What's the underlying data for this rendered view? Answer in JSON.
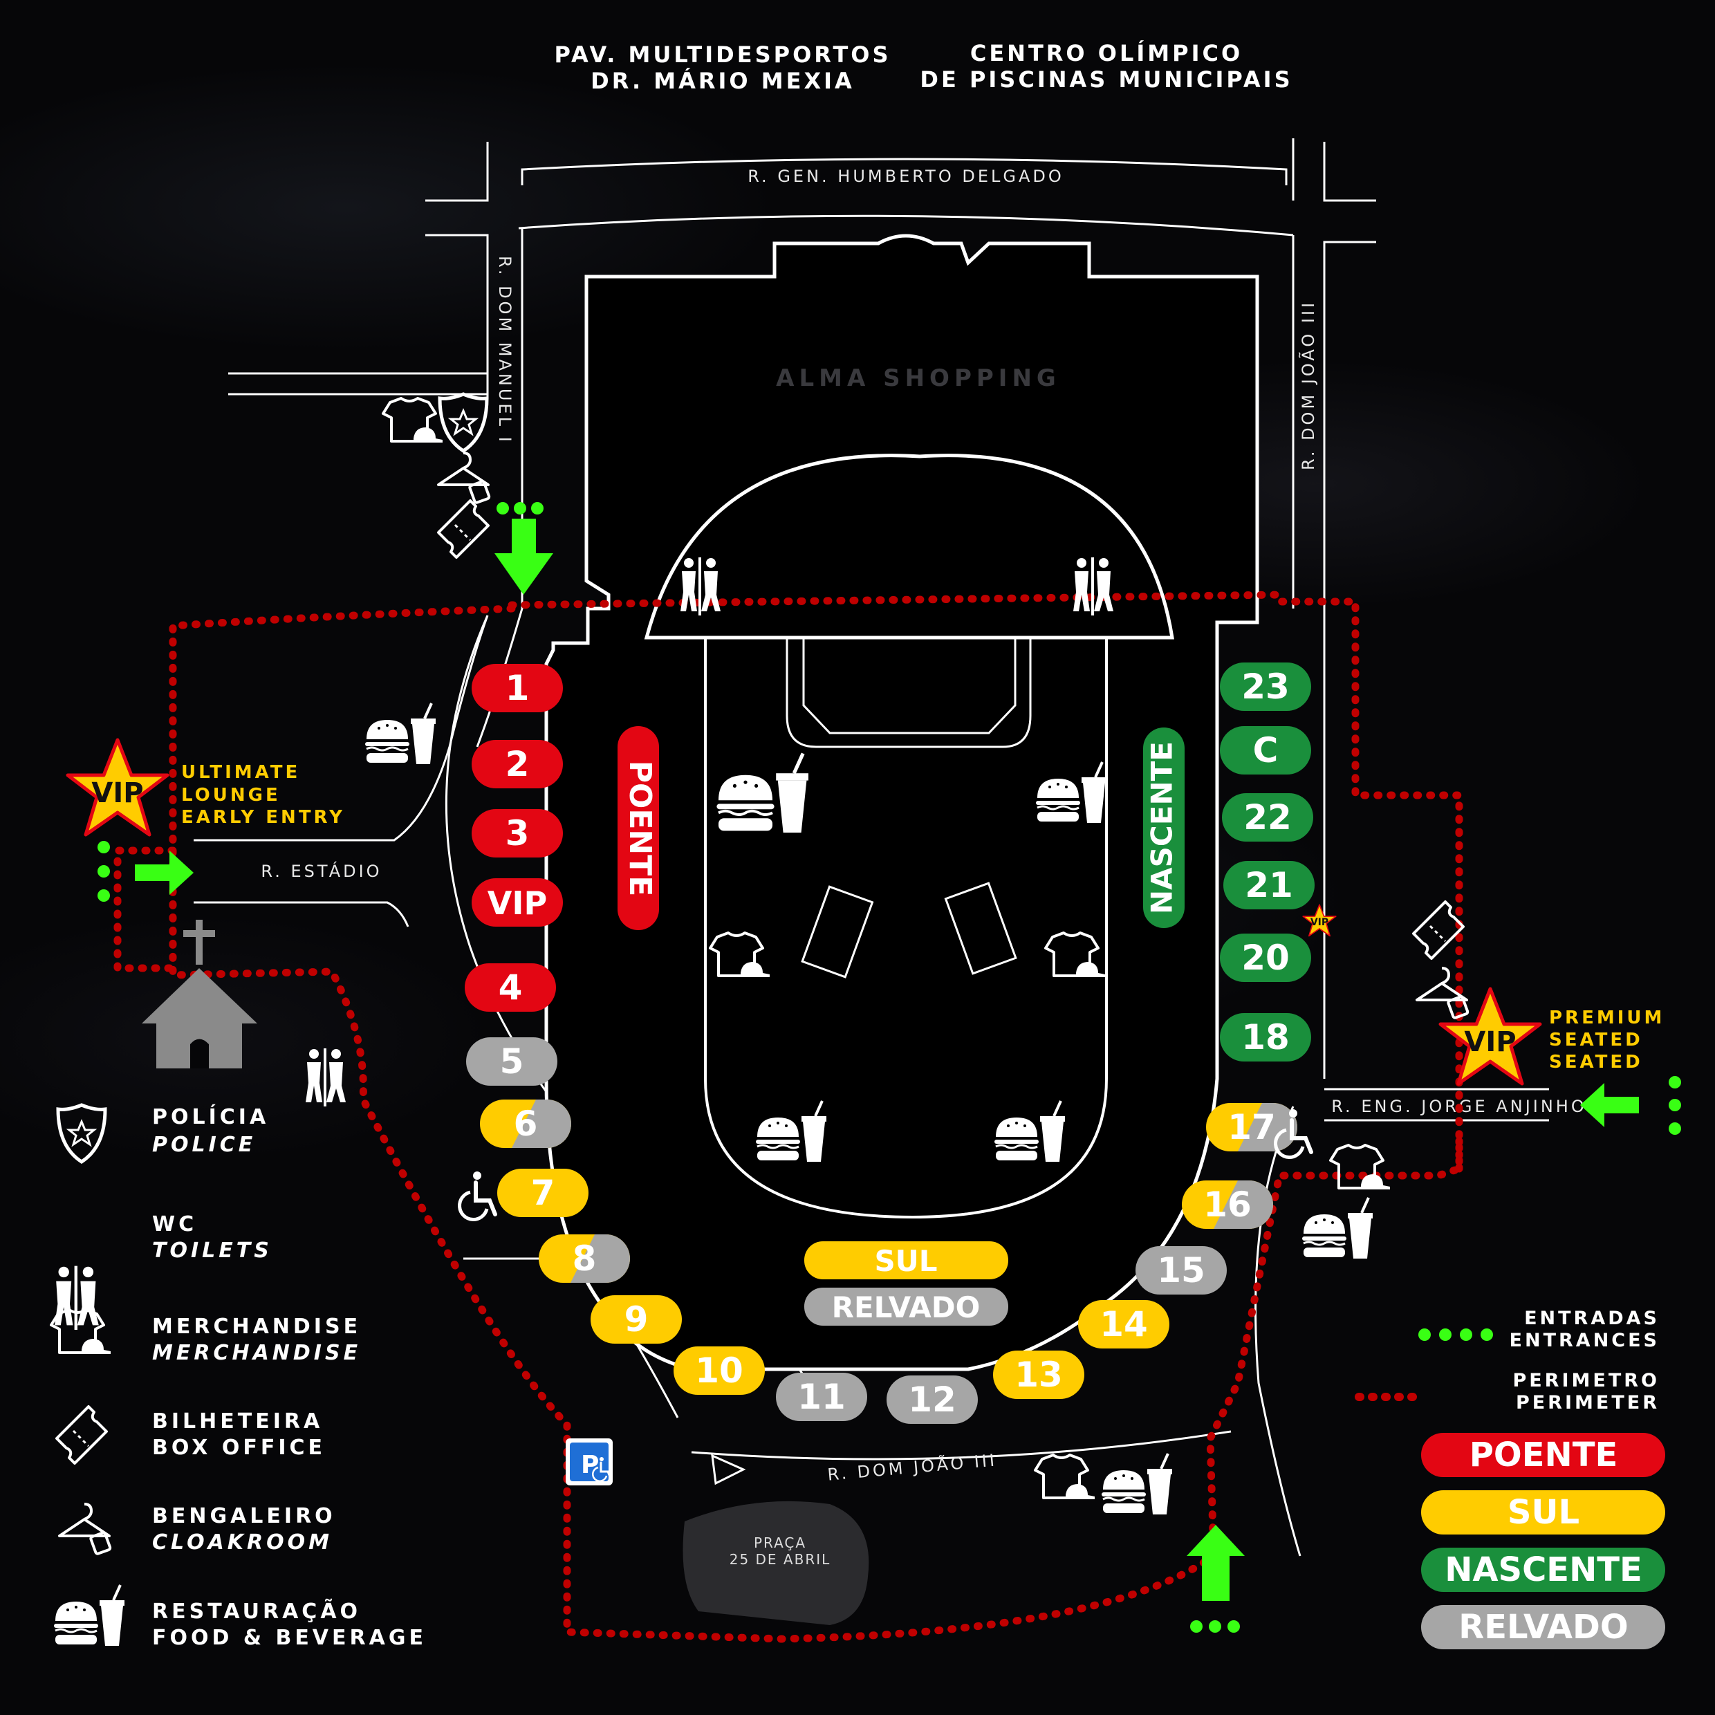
{
  "header": {
    "left_line1": "PAV. MULTIDESPORTOS",
    "left_line2": "DR. MÁRIO MEXIA",
    "right_line1": "CENTRO OLÍMPICO",
    "right_line2": "DE PISCINAS MUNICIPAIS"
  },
  "streets": {
    "top": "R. GEN. HUMBERTO DELGADO",
    "left": "R. DOM MANUEL I",
    "right": "R. DOM JOÃO III",
    "estadio": "R. ESTÁDIO",
    "bottom": "R. DOM JOÃO III",
    "eng": "R. ENG. JORGE ANJINHO"
  },
  "places": {
    "mall": "ALMA SHOPPING",
    "praca_line1": "PRAÇA",
    "praca_line2": "25 DE ABRIL"
  },
  "stands": {
    "poente": "POENTE",
    "nascente": "NASCENTE",
    "sul": "SUL",
    "relvado": "RELVADO"
  },
  "gates": [
    {
      "label": "1",
      "color": "red"
    },
    {
      "label": "2",
      "color": "red"
    },
    {
      "label": "3",
      "color": "red"
    },
    {
      "label": "VIP",
      "color": "red"
    },
    {
      "label": "4",
      "color": "red"
    },
    {
      "label": "5",
      "color": "gray"
    },
    {
      "label": "6",
      "color": "yellow-gray"
    },
    {
      "label": "7",
      "color": "yellow"
    },
    {
      "label": "8",
      "color": "yellow-gray"
    },
    {
      "label": "9",
      "color": "yellow"
    },
    {
      "label": "10",
      "color": "yellow"
    },
    {
      "label": "11",
      "color": "gray"
    },
    {
      "label": "12",
      "color": "gray"
    },
    {
      "label": "13",
      "color": "yellow"
    },
    {
      "label": "14",
      "color": "yellow"
    },
    {
      "label": "15",
      "color": "gray"
    },
    {
      "label": "16",
      "color": "yellow-gray"
    },
    {
      "label": "17",
      "color": "yellow-gray"
    },
    {
      "label": "18",
      "color": "green"
    },
    {
      "label": "20",
      "color": "green"
    },
    {
      "label": "21",
      "color": "green"
    },
    {
      "label": "22",
      "color": "green"
    },
    {
      "label": "C",
      "color": "green"
    },
    {
      "label": "23",
      "color": "green"
    }
  ],
  "vip": {
    "badge": "VIP",
    "left_line1": "ULTIMATE",
    "left_line2": "LOUNGE",
    "left_line3": "EARLY ENTRY",
    "right_line1": "PREMIUM",
    "right_line2": "SEATED",
    "right_line3": "SEATED"
  },
  "legend": {
    "police": "POLÍCIA",
    "police_en": "POLICE",
    "wc": "WC",
    "wc_en": "TOILETS",
    "merch": "MERCHANDISE",
    "merch_en": "MERCHANDISE",
    "box": "BILHETEIRA",
    "box_en": "BOX OFFICE",
    "cloak": "BENGALEIRO",
    "cloak_en": "CLOAKROOM",
    "food": "RESTAURAÇÃO",
    "food_en": "FOOD & BEVERAGE",
    "entrances": "ENTRADAS",
    "entrances_en": "ENTRANCES",
    "perimeter": "PERIMETRO",
    "perimeter_en": "PERIMETER",
    "key_poente": "POENTE",
    "key_sul": "SUL",
    "key_nascente": "NASCENTE",
    "key_relvado": "RELVADO"
  },
  "colors": {
    "red": "#e30613",
    "yellow": "#ffcc00",
    "green": "#1a8f3c",
    "gray": "#a6a6a6",
    "entrance_green": "#39ff14",
    "perimeter_red": "#c00000"
  }
}
